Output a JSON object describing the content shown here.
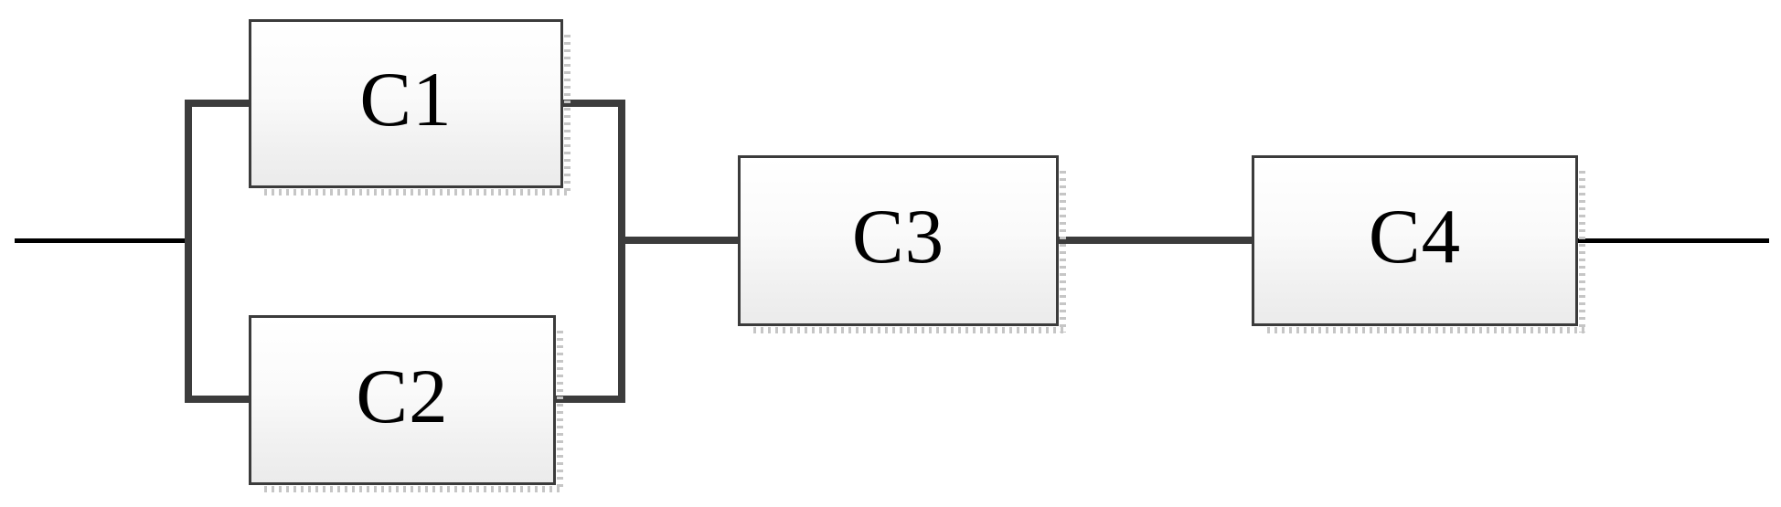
{
  "diagram": {
    "blocks": [
      {
        "label": "C1"
      },
      {
        "label": "C2"
      },
      {
        "label": "C3"
      },
      {
        "label": "C4"
      }
    ],
    "structure": {
      "parallel_group": [
        "C1",
        "C2"
      ],
      "series_after_parallel": [
        "C3",
        "C4"
      ]
    },
    "colors": {
      "connector": "#3c3c3c",
      "terminal_line": "#000000",
      "box_border": "#3b3b3b",
      "box_fill_top": "#ffffff",
      "box_fill_bottom": "#ebebeb",
      "shadow": "#c6c6c6",
      "label_text": "#000000"
    }
  }
}
